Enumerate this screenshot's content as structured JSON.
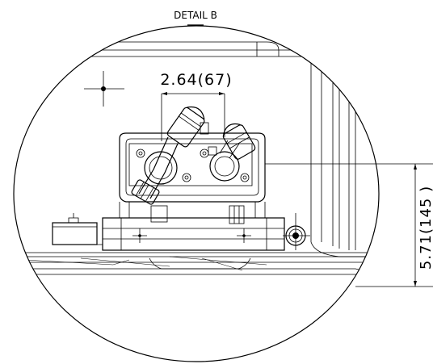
{
  "title": "DETAIL B",
  "dimensions": {
    "horizontal": "2.64(67)",
    "vertical": "5.71(145 )"
  },
  "colors": {
    "line": "#000000",
    "background": "#ffffff"
  }
}
